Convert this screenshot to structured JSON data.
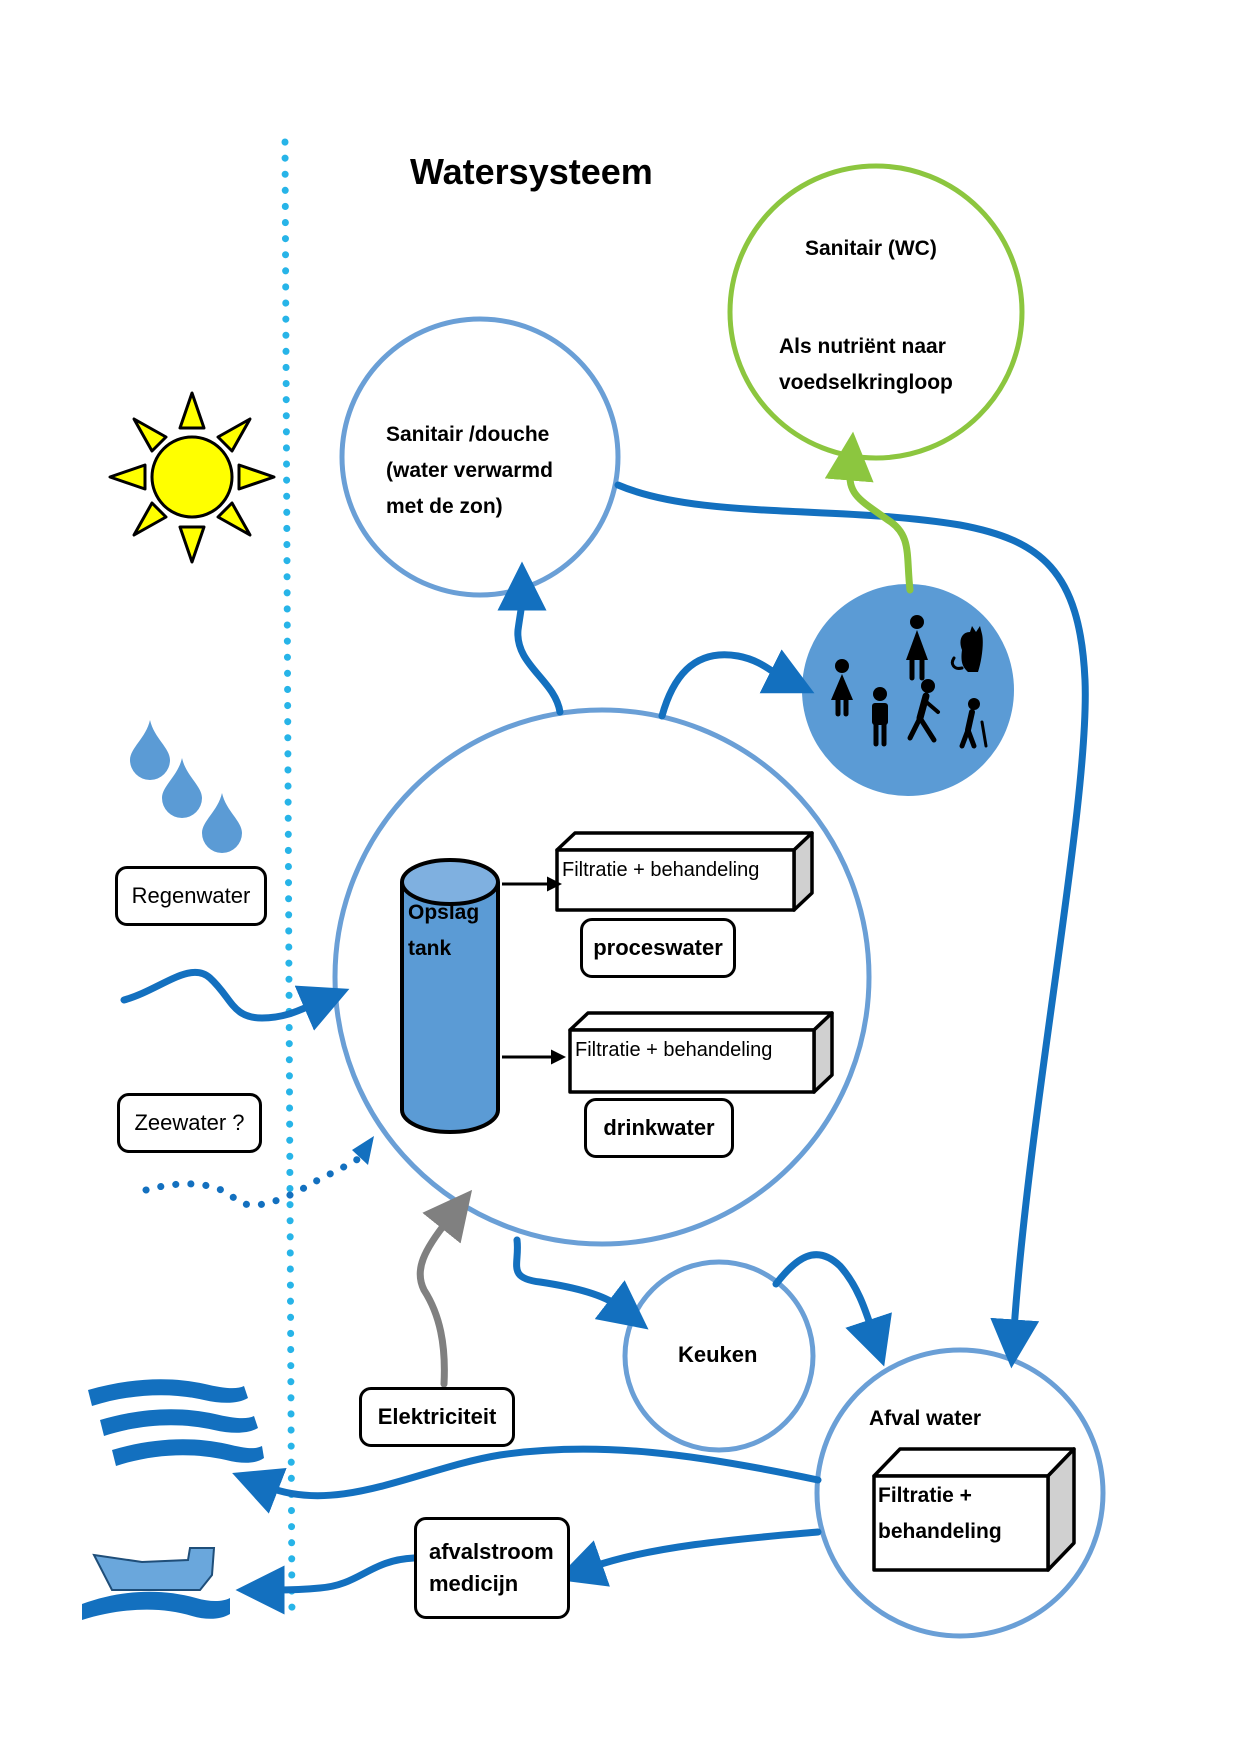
{
  "title": "Watersysteem",
  "colors": {
    "flow_blue": "#1370bf",
    "circle_outline": "#6a9fd6",
    "tank_fill": "#5b9bd5",
    "nutrient_green": "#8cc63f",
    "electricity_gray": "#808080",
    "boundary_dots": "#27b4e8",
    "sun_yellow": "#ffff00"
  },
  "nodes": {
    "shower": {
      "line1": "Sanitair /douche",
      "line2": "(water verwarmd",
      "line3": "met de zon)"
    },
    "wc": {
      "line1": "Sanitair (WC)",
      "line2": "Als nutriënt naar",
      "line3": "voedselkringloop"
    },
    "tank": {
      "line1": "Opslag",
      "line2": "tank"
    },
    "filter1": "Filtratie + behandeling",
    "process_water": "proceswater",
    "filter2": "Filtratie + behandeling",
    "drinking_water": "drinkwater",
    "kitchen": "Keuken",
    "waste_water": {
      "label": "Afval water",
      "filter_line1": "Filtratie +",
      "filter_line2": "behandeling"
    },
    "electricity": "Elektriciteit",
    "medicine": {
      "line1": "afvalstroom",
      "line2": "medicijn"
    }
  },
  "sources": {
    "rainwater": "Regenwater",
    "seawater": "Zeewater ?"
  },
  "icons": [
    "sun-icon",
    "raindrops-icon",
    "people-icon",
    "waves-icon",
    "ship-icon"
  ]
}
